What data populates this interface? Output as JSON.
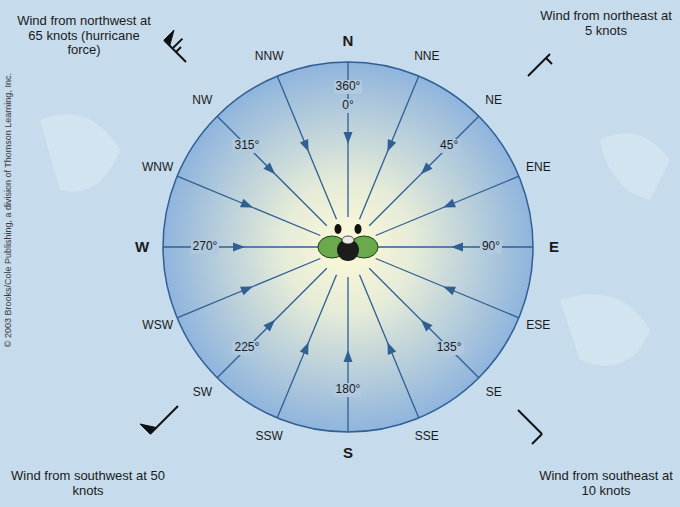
{
  "diagram": {
    "labels": [
      "Wind from northwest at 65 knots (hurricane force)",
      "Wind from northeast at 5 knots",
      "Wind from southwest at 50 knots",
      "Wind from southeast at 10 knots",
      "N",
      "NNE",
      "NE",
      "ENE",
      "E",
      "ESE",
      "SE",
      "SSE",
      "S",
      "SSW",
      "SW",
      "WSW",
      "W",
      "WNW",
      "NW",
      "NNW",
      "360°",
      "0°",
      "45°",
      "90°",
      "135°",
      "180°",
      "225°",
      "270°",
      "315°",
      "© 2003 Brooks/Cole Publishing, a division of Thomson Learning, Inc."
    ]
  }
}
